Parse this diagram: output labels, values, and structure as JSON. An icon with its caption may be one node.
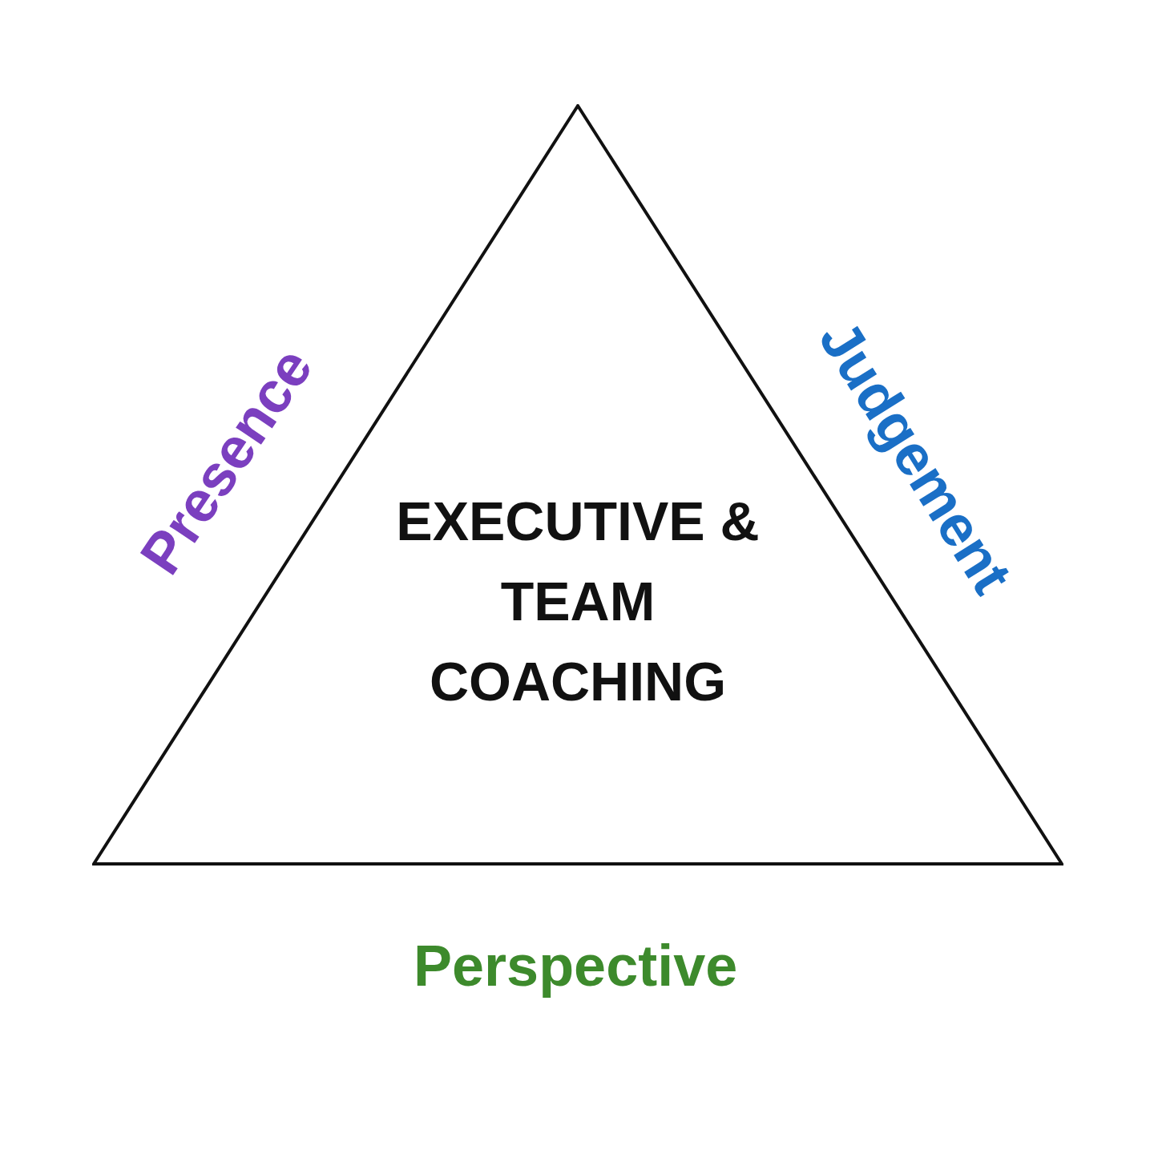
{
  "diagram": {
    "nodes": [
      {
        "text": [
          "EXECUTIVE & TEAM COACHING"
        ],
        "beside": [
          "Presence",
          "Judgement",
          "Perspective"
        ]
      }
    ]
  }
}
